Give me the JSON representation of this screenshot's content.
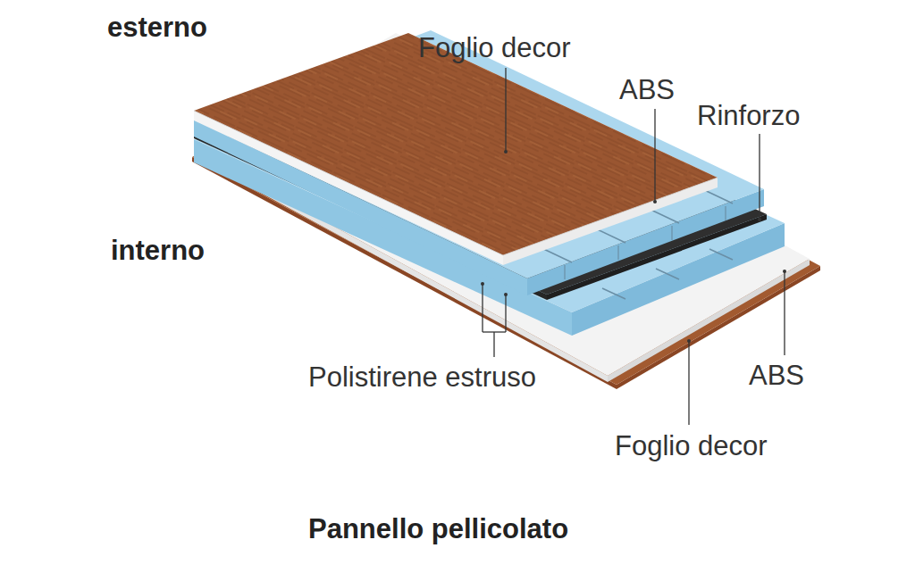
{
  "diagram": {
    "caption": "Pannello pellicolato",
    "labels": [
      "esterno",
      "Foglio decor",
      "ABS",
      "Rinforzo",
      "interno",
      "Polistirene estruso",
      "ABS",
      "Foglio decor"
    ]
  }
}
